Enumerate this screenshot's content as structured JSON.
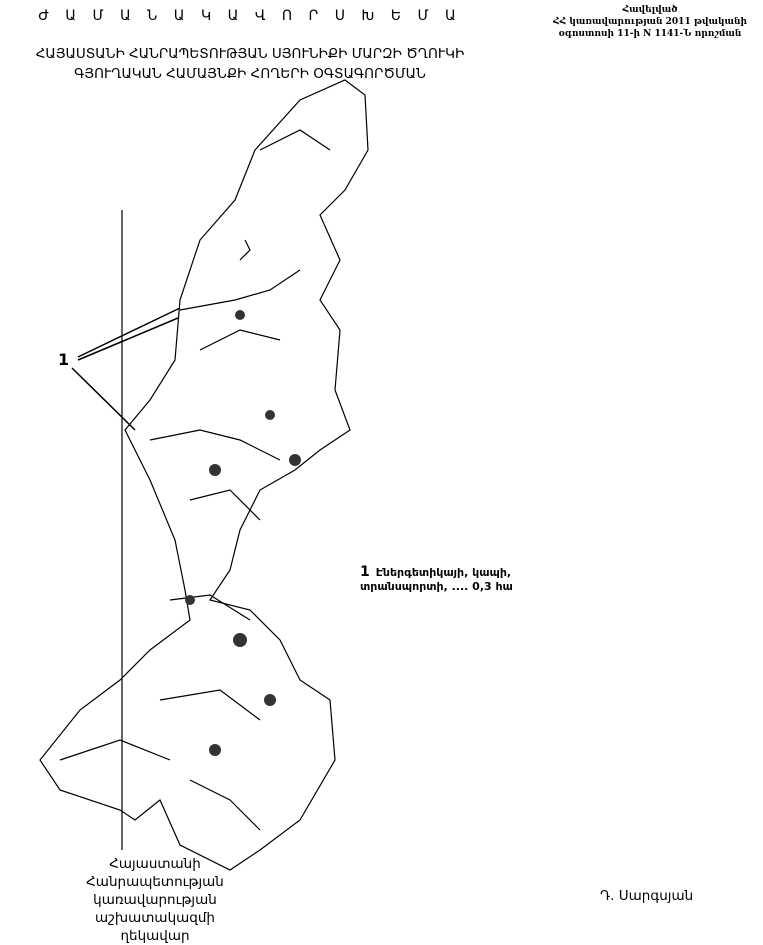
{
  "header": {
    "title": "Ժ Ա Մ Ա Ն Ա Կ Ա Վ Ո Ր  Ս Խ Ե Մ Ա",
    "subtitle_line1": "ՀԱՅԱՍՏԱՆԻ ՀԱՆՐԱՊԵՏՈՒԹՅԱՆ ՍՅՈՒՆԻՔԻ ՄԱՐԶԻ ԾՂՈՒԿԻ",
    "subtitle_line2": "ԳՅՈՒՂԱԿԱՆ ՀԱՄԱՅՆՔԻ ՀՈՂԵՐԻ ՕԳՏԱԳՈՐԾՄԱՆ"
  },
  "annex": {
    "line1": "Հավելված",
    "line2": "ՀՀ կառավարության 2011 թվականի",
    "line3": "օգոստոսի 11-ի N 1141-Ն որոշման"
  },
  "map": {
    "label": "1"
  },
  "legend": {
    "number": "1",
    "line1": "Էներգետիկայի, կապի,",
    "line2": "տրանսպորտի,  .... 0,3 հա"
  },
  "signature": {
    "left_line1": "Հայաստանի Հանրապետության",
    "left_line2": "կառավարության աշխատակազմի",
    "left_line3": "ղեկավար",
    "right_name": "Դ. Սարգսյան"
  }
}
